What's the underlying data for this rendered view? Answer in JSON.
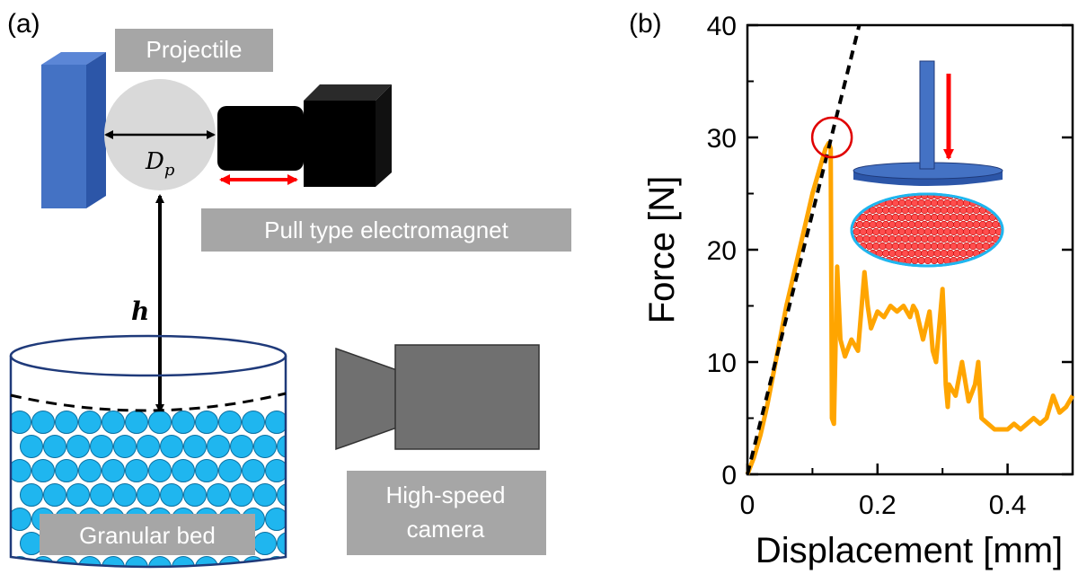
{
  "panel_a": {
    "letter": "(a)",
    "labels": {
      "projectile": "Projectile",
      "electromagnet": "Pull type electromagnet",
      "granular_bed": "Granular bed",
      "camera_line1": "High-speed",
      "camera_line2": "camera"
    },
    "symbols": {
      "diameter": "D",
      "diameter_subscript": "p",
      "height": "h"
    },
    "colors": {
      "wall": "#4472c4",
      "grain": "#1fb6ef",
      "label_box": "#a6a6a6",
      "camera": "#707070",
      "arrow": "#ff0000"
    }
  },
  "panel_b": {
    "letter": "(b)",
    "colors": {
      "curve": "#ffa500",
      "fit_line": "#000000",
      "highlight": "#e00000",
      "rod": "#4472c4",
      "grains": "#ff4d4d"
    }
  },
  "chart_data": {
    "type": "line",
    "xlabel": "Displacement [mm]",
    "ylabel": "Force [N]",
    "xlim": [
      0,
      0.5
    ],
    "ylim": [
      0,
      40
    ],
    "xticks": [
      0,
      0.2,
      0.4
    ],
    "yticks": [
      0,
      10,
      20,
      30,
      40
    ],
    "series": [
      {
        "style": "solid",
        "color": "#ffa500",
        "x": [
          0,
          0.01,
          0.02,
          0.03,
          0.04,
          0.05,
          0.06,
          0.07,
          0.08,
          0.09,
          0.1,
          0.11,
          0.12,
          0.125,
          0.128,
          0.13,
          0.133,
          0.138,
          0.143,
          0.15,
          0.16,
          0.17,
          0.18,
          0.185,
          0.19,
          0.2,
          0.21,
          0.22,
          0.23,
          0.24,
          0.25,
          0.255,
          0.26,
          0.27,
          0.28,
          0.285,
          0.29,
          0.3,
          0.302,
          0.305,
          0.308,
          0.31,
          0.32,
          0.33,
          0.34,
          0.35,
          0.355,
          0.36,
          0.37,
          0.38,
          0.39,
          0.4,
          0.41,
          0.42,
          0.43,
          0.44,
          0.45,
          0.46,
          0.47,
          0.48,
          0.49,
          0.5
        ],
        "y": [
          0,
          1.5,
          3.5,
          6,
          9,
          12,
          15,
          17.5,
          20,
          22.5,
          25,
          27,
          29,
          29.5,
          29.0,
          5.0,
          4.5,
          18.5,
          12,
          10.5,
          12,
          11,
          18,
          15,
          13,
          14.5,
          14,
          15,
          14.5,
          15,
          14,
          15,
          14.5,
          12,
          14.5,
          11,
          10,
          16.5,
          14,
          8,
          6,
          8,
          7,
          10,
          6.5,
          8,
          10,
          5,
          4.5,
          4,
          4,
          4,
          4.5,
          4,
          4.5,
          5,
          4.5,
          5,
          7,
          5.5,
          6,
          7
        ]
      },
      {
        "style": "dashed",
        "color": "#000000",
        "x": [
          0,
          0.172
        ],
        "y": [
          0,
          40
        ]
      }
    ],
    "annotations": [
      {
        "type": "circle",
        "x": 0.13,
        "y": 30
      }
    ]
  }
}
